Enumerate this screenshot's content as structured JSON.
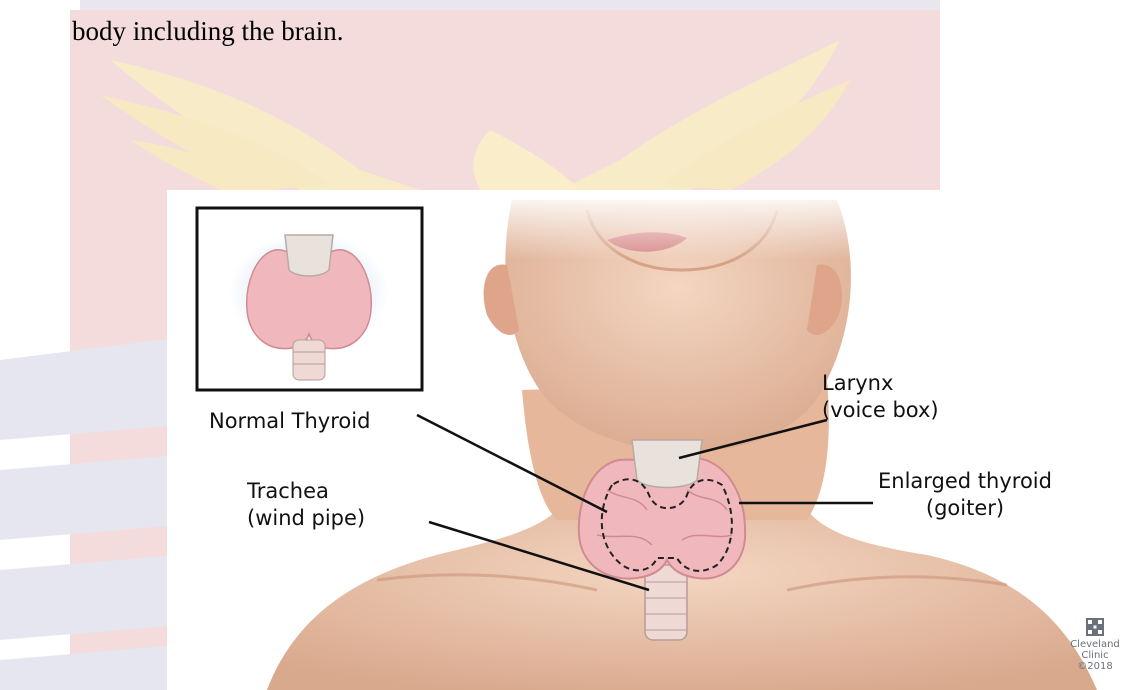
{
  "page": {
    "body_text": "body including the brain."
  },
  "figure": {
    "labels": {
      "normal_thyroid": "Normal Thyroid",
      "larynx": {
        "line1": "Larynx",
        "line2": "(voice box)"
      },
      "enlarged_thyroid": {
        "line1": "Enlarged thyroid",
        "line2": "(goiter)"
      },
      "trachea": {
        "line1": "Trachea",
        "line2": "(wind pipe)"
      }
    },
    "logo": {
      "line1": "Cleveland",
      "line2": "Clinic",
      "line3": "©2018"
    }
  }
}
